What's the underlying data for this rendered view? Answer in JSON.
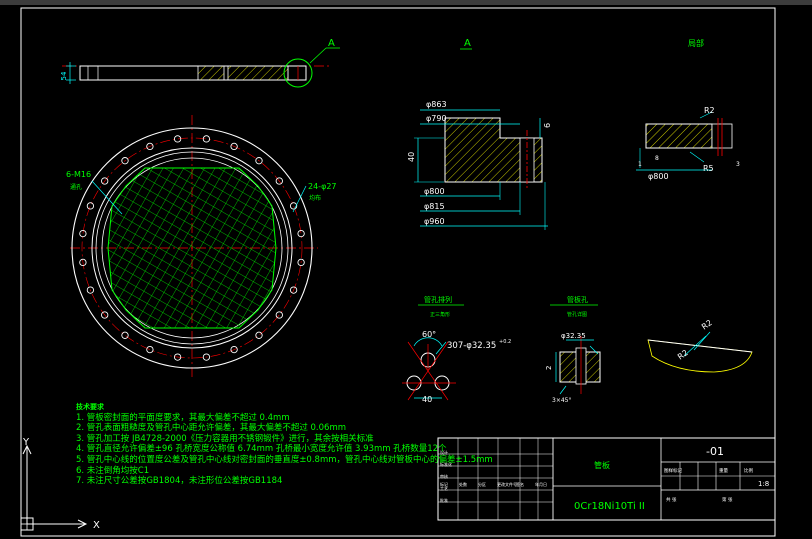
{
  "views": {
    "top_label": "A",
    "detail_a_label": "A",
    "detail_b_label": "局部"
  },
  "plan": {
    "hole_tag_left": "6-M16",
    "hole_tag_left_sub": "通孔",
    "hole_tag_right": "24-φ27",
    "hole_tag_right_sub": "均布"
  },
  "side": {
    "thickness": "54"
  },
  "detail_a": {
    "d_top": "φ863",
    "d_second": "φ790",
    "height": "40",
    "step": "6",
    "d_800": "φ800",
    "d_815": "φ815",
    "d_960": "φ960"
  },
  "detail_b": {
    "r_top": "R2",
    "r_bottom": "R5",
    "d_800": "φ800",
    "left_small": "1",
    "right_small": "3",
    "mid_small": "8"
  },
  "hole_pattern": {
    "title": "管孔排列",
    "subtitle": "正三角形",
    "angle": "60°",
    "spec": "307-φ32.35",
    "tol": "+0.2",
    "pitch": "40"
  },
  "tube_detail": {
    "title": "管板孔",
    "subtitle": "管孔详图",
    "dim_top": "φ32.35",
    "dim_left": "2",
    "dim_bottom": "3×45°"
  },
  "groove_detail": {
    "r1": "R2",
    "r2": "R2"
  },
  "notes": {
    "heading": "技术要求",
    "lines": [
      "1. 管板密封面的平面度要求，其最大偏差不超过                0.4mm",
      "2. 管孔表面粗糙度及管孔中心距允许偏差，其最大偏差不超过       0.06mm",
      "3. 管孔加工按   JB4728-2000《压力容器用不锈钢锻件》进行，其余按相关标准",
      "4. 管孔直径允许偏差±96       孔桥宽度公称值       6.74mm  孔桥最小宽度允许值       3.93mm   孔桥数量12个",
      "5. 管孔中心线的位置度公差及管孔中心线对密封面的垂直度±0.8mm，管孔中心线对管板中心的偏差±1.5mm",
      "6. 未注倒角均按C1",
      "7. 未注尺寸公差按GB1804，未注形位公差按GB1184"
    ]
  },
  "title_block": {
    "part_name": "管板",
    "material": "0Cr18Ni10Ti II",
    "drawing_no": "-01",
    "scale": "1:8",
    "cell_a": "图样标记",
    "cell_b": "重量",
    "cell_c": "比例",
    "cell_d": "共 张",
    "cell_e": "第 张",
    "row_labels": [
      "标记",
      "处数",
      "分区",
      "更改文件号",
      "签名",
      "年月日"
    ],
    "sign_labels": [
      "设计",
      "标准化",
      "审核",
      "工艺",
      "批准"
    ]
  },
  "ucs": {
    "y_label": "Y",
    "x_label": "X"
  },
  "colors": {
    "background": "#000000",
    "main_line": "#ffffff",
    "dimension": "#00ffff",
    "hatch": "#ffff00",
    "text": "#00ff00",
    "center_line": "#ff0000",
    "frame": "#ffffff"
  }
}
